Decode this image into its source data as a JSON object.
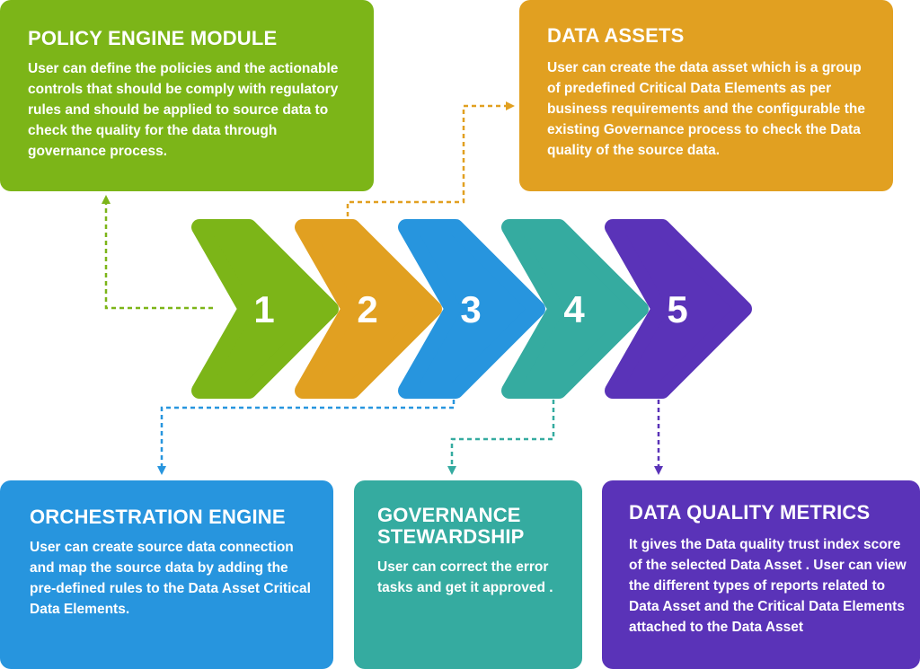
{
  "colors": {
    "green": "#7cb518",
    "orange": "#e1a021",
    "blue": "#2795de",
    "teal": "#35aba0",
    "purple": "#5a33b8"
  },
  "steps": [
    {
      "number": "1",
      "color": "#7cb518"
    },
    {
      "number": "2",
      "color": "#e1a021"
    },
    {
      "number": "3",
      "color": "#2795de"
    },
    {
      "number": "4",
      "color": "#35aba0"
    },
    {
      "number": "5",
      "color": "#5a33b8"
    }
  ],
  "cards": {
    "policy_engine": {
      "title": "POLICY ENGINE MODULE",
      "body": "User can define the policies and the actionable controls that should be comply with regulatory rules and should be applied to source data to check the quality for the data through governance process.",
      "color": "#7cb518"
    },
    "data_assets": {
      "title": "DATA ASSETS",
      "body": "User can create the data asset which is a group of predefined Critical Data Elements as per business requirements and the configurable the existing Governance process to check the Data quality of the source data.",
      "color": "#e1a021"
    },
    "orchestration": {
      "title": "ORCHESTRATION ENGINE",
      "body": "User can create source data connection and map the source data by adding the pre-defined rules to the Data Asset Critical Data Elements.",
      "color": "#2795de"
    },
    "governance": {
      "title_line1": "GOVERNANCE",
      "title_line2": "STEWARDSHIP",
      "body": "User can correct the error tasks and get it approved .",
      "color": "#35aba0"
    },
    "metrics": {
      "title": "DATA QUALITY METRICS",
      "body": "It gives the Data quality trust index score of the selected Data Asset . User can view the different types of reports related to Data Asset and the Critical Data Elements attached to the Data Asset",
      "color": "#5a33b8"
    }
  }
}
